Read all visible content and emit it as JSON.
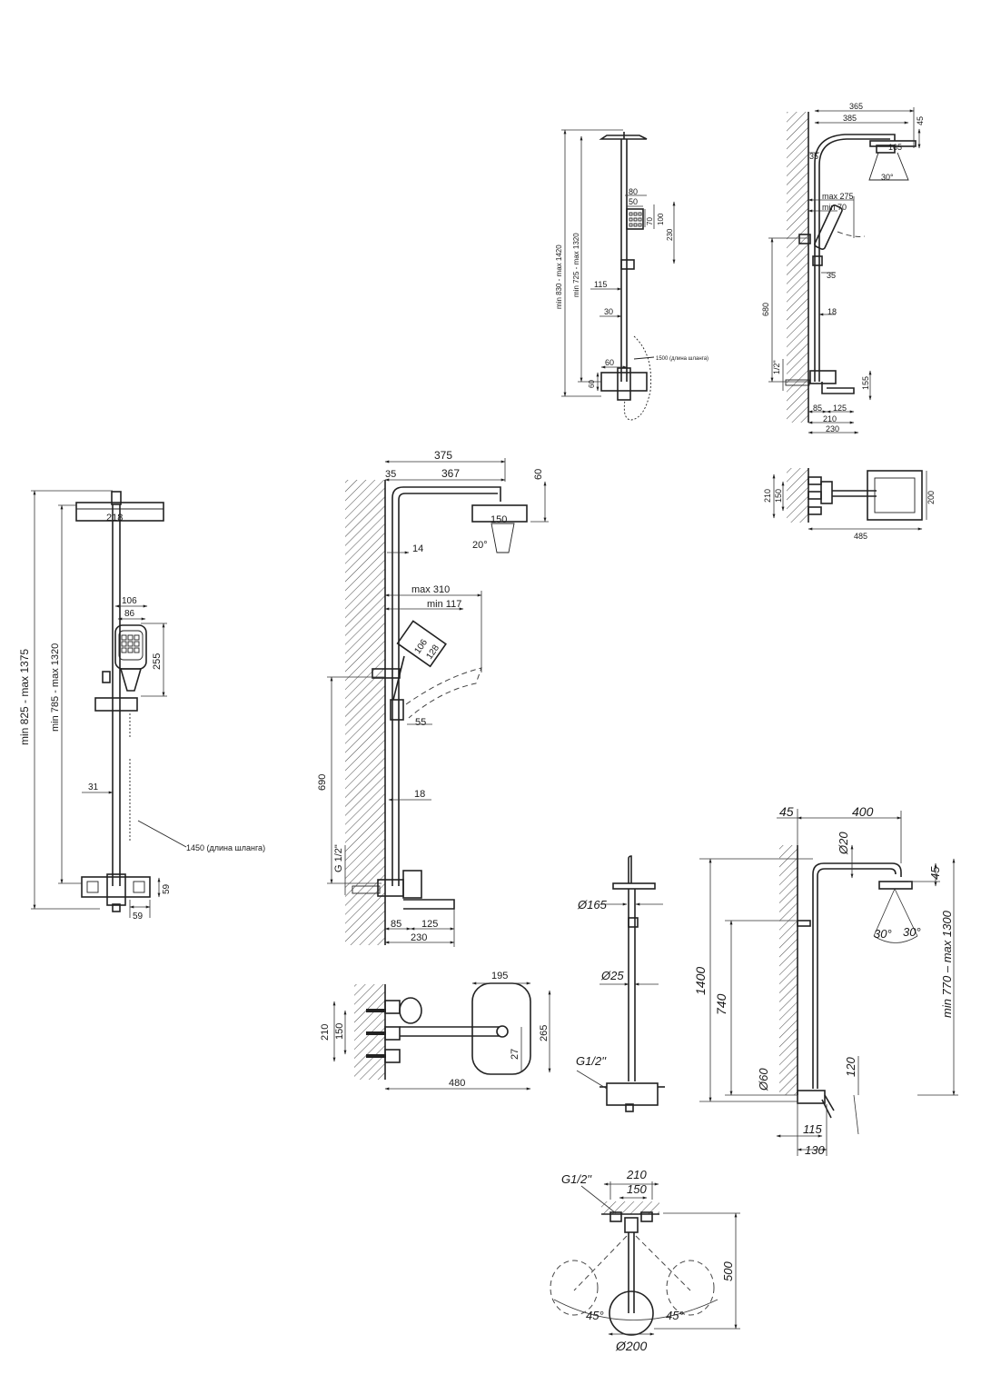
{
  "d1": {
    "overall": "min 825 - max 1375",
    "rail": "min 785 - max 1320",
    "head": "218",
    "hand_w1": "106",
    "hand_w2": "86",
    "hand_h": "255",
    "offset": "31",
    "hose": "1450 (длина шланга)",
    "mix_h": "59",
    "mix_w": "59"
  },
  "d2": {
    "top_total": "375",
    "top_35": "35",
    "top_367": "367",
    "head_h": "60",
    "head_d": "150",
    "angle": "20°",
    "pipe": "14",
    "max_310": "max 310",
    "min_117": "min 117",
    "hand_106": "106",
    "hand_128": "128",
    "hand_55": "55",
    "h_690": "690",
    "r_18": "18",
    "thread": "G 1/2\"",
    "b_85": "85",
    "b_125": "125",
    "b_230": "230"
  },
  "d3": {
    "w_195": "195",
    "h_210": "210",
    "h_150": "150",
    "h_265": "265",
    "h_27": "27",
    "w_480": "480"
  },
  "d4": {
    "overall": "min 830 - max 1420",
    "rail": "min 725 - max 1320",
    "w_80": "80",
    "w_50": "50",
    "h_70": "70",
    "h_100": "100",
    "h_230": "230",
    "w_115": "115",
    "w_30": "30",
    "hose": "1500 (длина шланга)",
    "w_60": "60",
    "h_60": "60"
  },
  "d5": {
    "w_365": "365",
    "w_385": "385",
    "h_45": "45",
    "d_165": "165",
    "v_35": "35",
    "angle": "30°",
    "max_275": "max 275",
    "min_70": "min 70",
    "v_35b": "35",
    "h_680": "680",
    "v_18": "18",
    "thread": "1/2\"",
    "h_155": "155",
    "b_85": "85",
    "b_125": "125",
    "b_210": "210",
    "b_230": "230"
  },
  "d6": {
    "h_210": "210",
    "h_150": "150",
    "sq_200": "200",
    "w_485": "485"
  },
  "d7": {
    "d_165": "Ø165",
    "d_25": "Ø25",
    "thread": "G1/2''"
  },
  "d8": {
    "w_45": "45",
    "w_400": "400",
    "d_20": "Ø20",
    "h_45": "45",
    "h_1400": "1400",
    "h_740": "740",
    "range": "min 770 – max 1300",
    "a1": "30°",
    "a2": "30°",
    "d_60": "Ø60",
    "h_120": "120",
    "w_115": "115",
    "w_130": "130"
  },
  "d9": {
    "thread": "G1/2''",
    "w_210": "210",
    "w_150": "150",
    "h_500": "500",
    "a1": "45°",
    "a2": "45°",
    "d_200": "Ø200"
  }
}
